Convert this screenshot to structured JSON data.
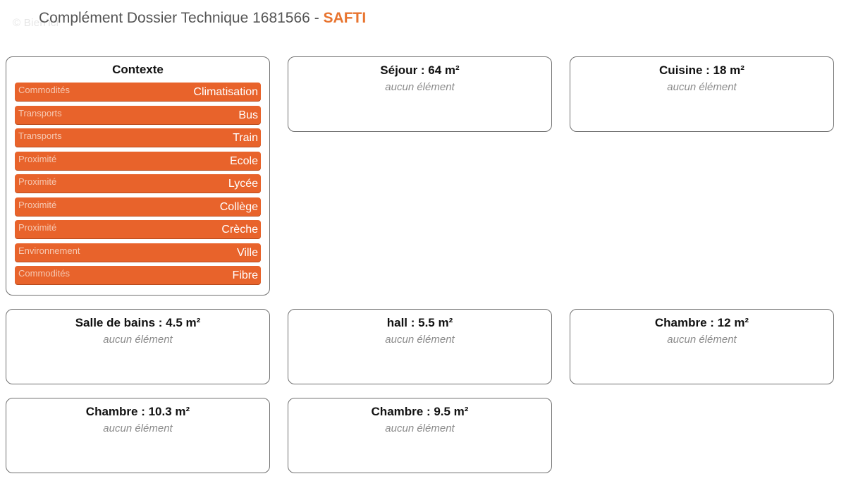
{
  "header": {
    "watermark": "© Bien'ici",
    "title": "Complément Dossier Technique 1681566",
    "separator": " - ",
    "brand": "SAFTI"
  },
  "contexte": {
    "title": "Contexte",
    "items": [
      {
        "category": "Commodités",
        "value": "Climatisation"
      },
      {
        "category": "Transports",
        "value": "Bus"
      },
      {
        "category": "Transports",
        "value": "Train"
      },
      {
        "category": "Proximité",
        "value": "Ecole"
      },
      {
        "category": "Proximité",
        "value": "Lycée"
      },
      {
        "category": "Proximité",
        "value": "Collège"
      },
      {
        "category": "Proximité",
        "value": "Crèche"
      },
      {
        "category": "Environnement",
        "value": "Ville"
      },
      {
        "category": "Commodités",
        "value": "Fibre"
      }
    ]
  },
  "rooms": [
    {
      "title": "Séjour : 64 m²",
      "empty": "aucun élément"
    },
    {
      "title": "Cuisine : 18 m²",
      "empty": "aucun élément"
    },
    {
      "title": "Salle de bains : 4.5 m²",
      "empty": "aucun élément"
    },
    {
      "title": "hall : 5.5 m²",
      "empty": "aucun élément"
    },
    {
      "title": "Chambre : 12 m²",
      "empty": "aucun élément"
    },
    {
      "title": "Chambre : 10.3 m²",
      "empty": "aucun élément"
    },
    {
      "title": "Chambre : 9.5 m²",
      "empty": "aucun élément"
    }
  ],
  "colors": {
    "accent": "#e8632b",
    "brand": "#e8742f",
    "border": "#707070"
  }
}
